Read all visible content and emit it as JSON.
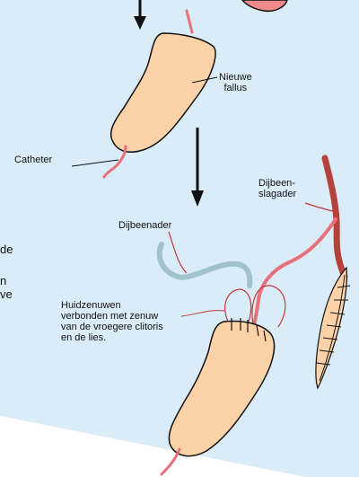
{
  "colors": {
    "background": "#d9ecf8",
    "skin": "#fdd2a8",
    "catheter": "#e8707a",
    "vein": "#9fc3c8",
    "artery": "#b5413d",
    "nerve": "#c03a3c",
    "outline": "#111111"
  },
  "labels": {
    "neophallus": [
      "Nieuwe",
      "fallus"
    ],
    "catheter": "Catheter",
    "artery": [
      "Dijbeen-",
      "slagader"
    ],
    "vein": "Dijbeenader",
    "nerves": [
      "Huidzenuwen",
      "verbonden met zenuw",
      "van de vroegere clitoris",
      "en de lies."
    ]
  },
  "left_text_fragments": [
    "de",
    "n",
    "ve"
  ]
}
